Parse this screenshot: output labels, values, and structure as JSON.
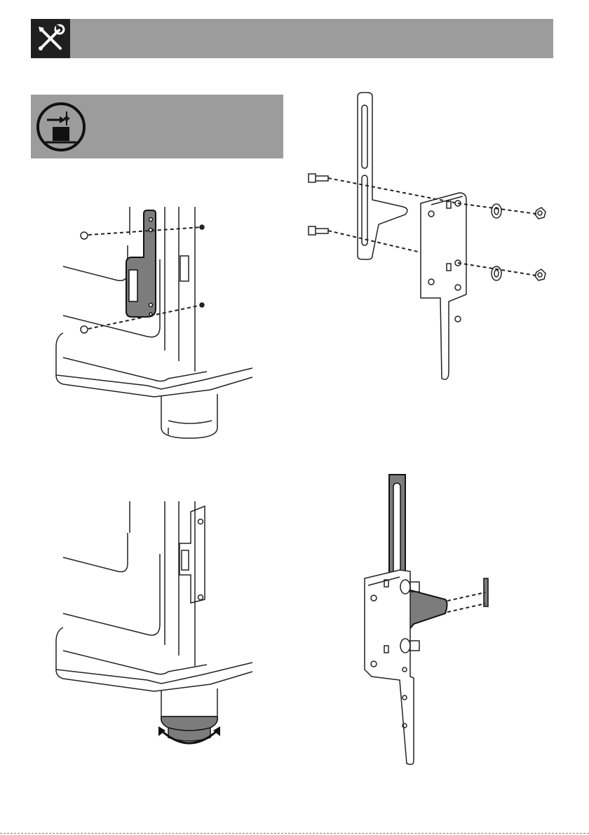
{
  "header": {
    "icon": "tools-wrench-screwdriver-icon"
  },
  "notice": {
    "icon": "appliance-alignment-icon"
  },
  "figures": [
    {
      "id": "fig-a",
      "subject": "bracket-mounting-screws"
    },
    {
      "id": "fig-b",
      "subject": "bracket-bolt-assembly"
    },
    {
      "id": "fig-c",
      "subject": "foot-height-adjustment"
    },
    {
      "id": "fig-d",
      "subject": "assembled-bracket-slot"
    }
  ],
  "colors": {
    "header_bg": "#9c9c9c",
    "icon_bg": "#1f1f1f",
    "highlight_part": "#7c7c7c",
    "line": "#222222"
  }
}
